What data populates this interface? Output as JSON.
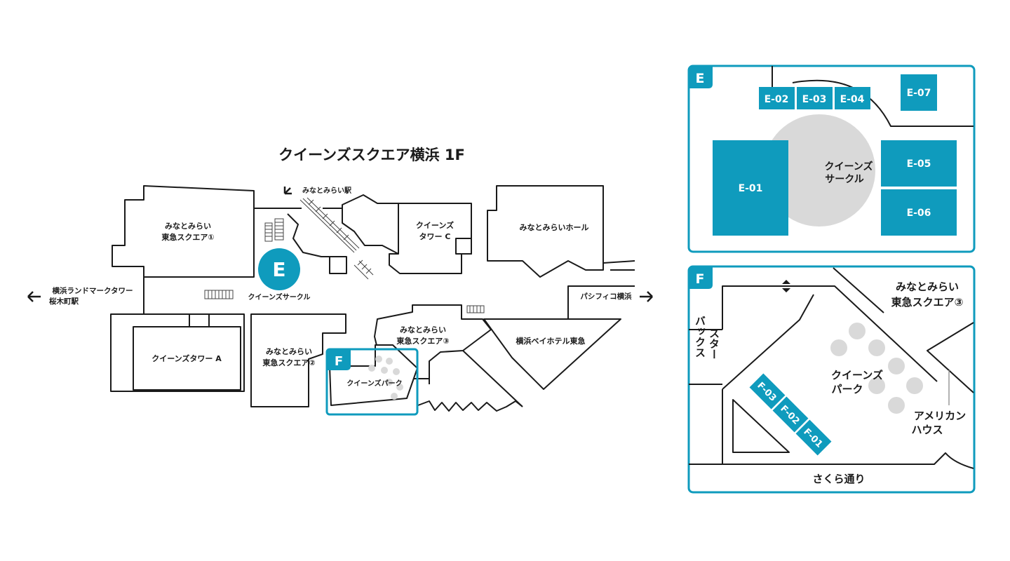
{
  "title": "クイーンズスクエア横浜 1F",
  "accent_color": "#0f9bbd",
  "main_map": {
    "areas": {
      "tokyu_square_1": [
        "みなとみらい",
        "東急スクエア①"
      ],
      "tokyu_square_2": [
        "みなとみらい",
        "東急スクエア②"
      ],
      "tokyu_square_3": [
        "みなとみらい",
        "東急スクエア③"
      ],
      "queens_tower_a": "クイーンズタワー A",
      "queens_tower_c": [
        "クイーンズ",
        "タワー C"
      ],
      "mm_hall": "みなとみらいホール",
      "hotel": "横浜ベイホテル東急",
      "queens_circle": "クイーンズサークル",
      "queens_park": "クイーンズパーク"
    },
    "directions": {
      "station": "みなとみらい駅",
      "landmark": [
        "横浜ランドマークタワー",
        "桜木町駅"
      ],
      "pacifico": "パシフィコ横浜"
    },
    "markers": {
      "E": "E",
      "F": "F"
    }
  },
  "panel_e": {
    "tab": "E",
    "booths": [
      "E-01",
      "E-02",
      "E-03",
      "E-04",
      "E-05",
      "E-06",
      "E-07"
    ],
    "circle_label": [
      "クイーンズ",
      "サークル"
    ]
  },
  "panel_f": {
    "tab": "F",
    "booths": [
      "F-01",
      "F-02",
      "F-03"
    ],
    "labels": {
      "tokyu3": [
        "みなとみらい",
        "東急スクエア③"
      ],
      "park": [
        "クイーンズ",
        "パーク"
      ],
      "american": [
        "アメリカン",
        "ハウス"
      ],
      "starbucks": [
        "スター",
        "バックス"
      ],
      "sakura": "さくら通り"
    }
  }
}
